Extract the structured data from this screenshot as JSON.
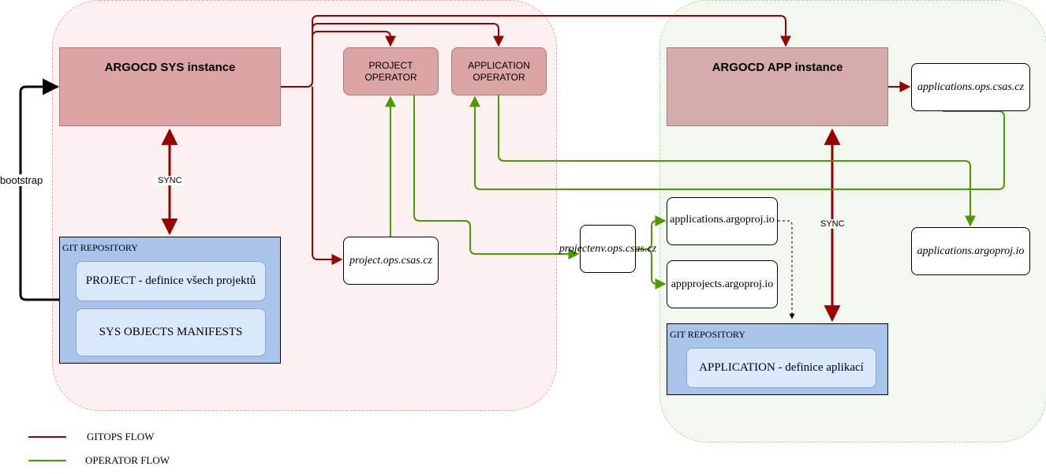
{
  "nodes": {
    "sys_instance": "ARGOCD SYS instance",
    "app_instance": "ARGOCD APP instance",
    "project_operator": "PROJECT OPERATOR",
    "application_operator": "APPLICATION OPERATOR",
    "project_ops": "project.ops.csas.cz",
    "projectenv_ops": "projectenv.ops.csas.cz",
    "applications_argoproj_mid": "applications.argoproj.io",
    "appprojects_argoproj": "appprojects.argoproj.io",
    "applications_ops": "applications.ops.csas.cz",
    "applications_argoproj_right": "applications.argoproj.io"
  },
  "sys_repo": {
    "label": "GIT REPOSITORY",
    "items": [
      "PROJECT - definice všech projektů",
      "SYS OBJECTS MANIFESTS"
    ]
  },
  "app_repo": {
    "label": "GIT REPOSITORY",
    "items": [
      "APPLICATION - definice aplikací"
    ]
  },
  "edge_labels": {
    "bootstrap": "bootstrap",
    "sync_sys": "SYNC",
    "sync_app": "SYNC"
  },
  "legend": {
    "gitops": "GITOPS FLOW",
    "operator": "OPERATOR FLOW"
  },
  "colors": {
    "gitops_flow": "#990000",
    "operator_flow": "#4d9900",
    "bootstrap": "#000000",
    "sys_zone_fill": "#fcf0f0",
    "sys_zone_border": "#e6a8a8",
    "app_zone_fill": "#f2f8ef",
    "app_zone_border": "#b3d6a3"
  }
}
